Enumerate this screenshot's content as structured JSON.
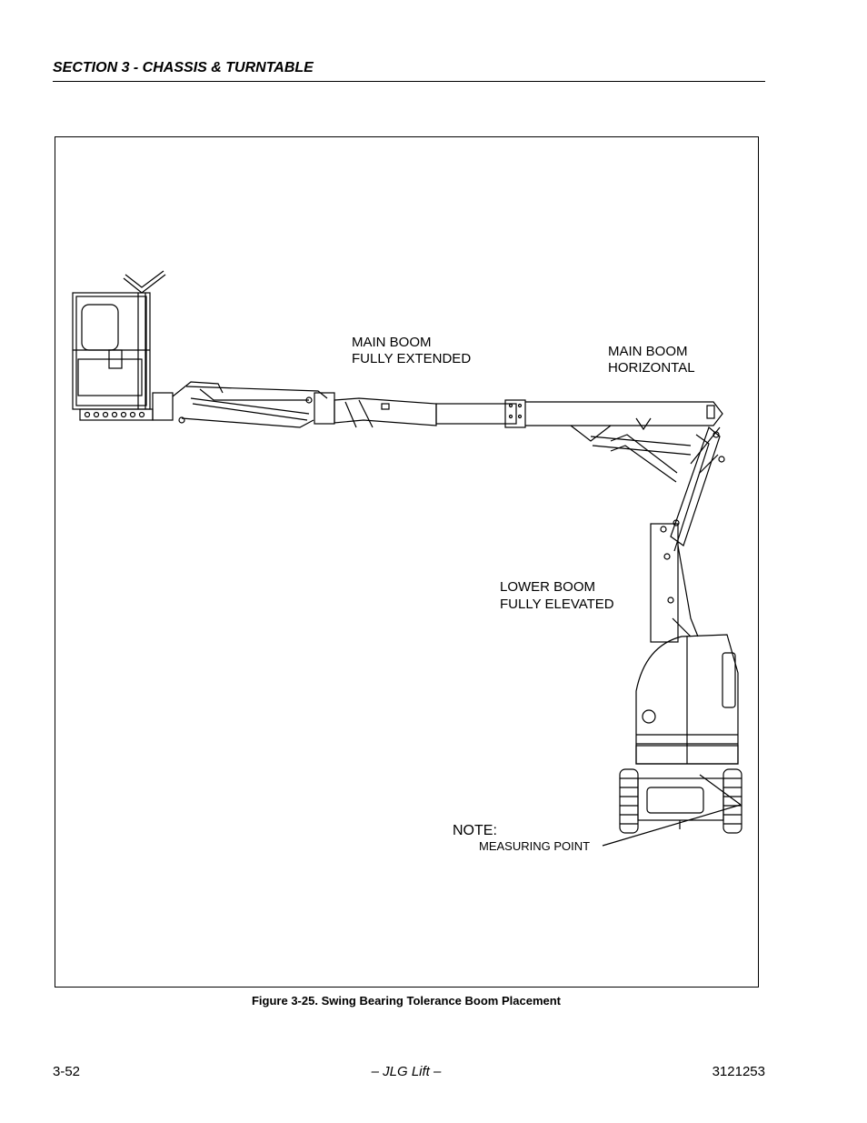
{
  "header": {
    "section": "SECTION 3 - CHASSIS & TURNTABLE"
  },
  "figure": {
    "labels": {
      "main_boom_extended_1": "MAIN BOOM",
      "main_boom_extended_2": "FULLY EXTENDED",
      "main_boom_horizontal_1": "MAIN BOOM",
      "main_boom_horizontal_2": "HORIZONTAL",
      "lower_boom_1": "LOWER BOOM",
      "lower_boom_2": "FULLY ELEVATED",
      "note": "NOTE:",
      "measuring_point": "MEASURING POINT"
    },
    "caption": "Figure 3-25.  Swing Bearing Tolerance Boom Placement"
  },
  "footer": {
    "page_number": "3-52",
    "publisher": "– JLG Lift –",
    "doc_number": "3121253"
  }
}
